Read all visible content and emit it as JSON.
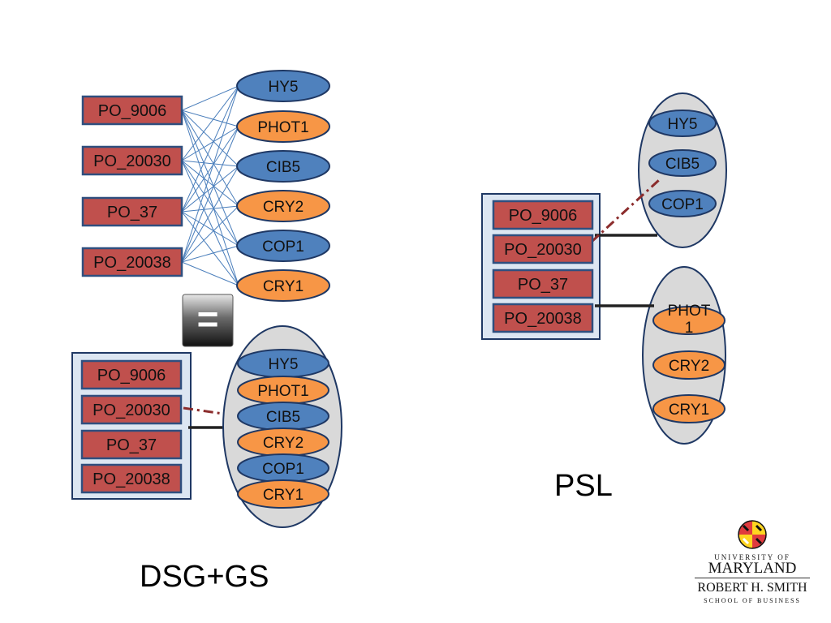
{
  "colors": {
    "po_fill": "#c0504d",
    "po_border": "#2f4f7f",
    "blue_gene": "#4f81bd",
    "orange_gene": "#f79646",
    "group_fill": "#d9d9d9",
    "group_border": "#1f3864",
    "panel_fill": "#dce6f2",
    "edge_blue": "#4a7ebb",
    "dashed_edge": "#8b2c2c",
    "solid_edge": "#222222"
  },
  "top_graph": {
    "po_terms": [
      "PO_9006",
      "PO_20030",
      "PO_37",
      "PO_20038"
    ],
    "genes": [
      {
        "label": "HY5",
        "color": "blue"
      },
      {
        "label": "PHOT1",
        "color": "orange"
      },
      {
        "label": "CIB5",
        "color": "blue"
      },
      {
        "label": "CRY2",
        "color": "orange"
      },
      {
        "label": "COP1",
        "color": "blue"
      },
      {
        "label": "CRY1",
        "color": "orange"
      }
    ],
    "fully_connected": true
  },
  "equals_symbol": "=",
  "dsg_gs": {
    "po_terms": [
      "PO_9006",
      "PO_20030",
      "PO_37",
      "PO_20038"
    ],
    "genes": [
      {
        "label": "HY5",
        "color": "blue"
      },
      {
        "label": "PHOT1",
        "color": "orange"
      },
      {
        "label": "CIB5",
        "color": "blue"
      },
      {
        "label": "CRY2",
        "color": "orange"
      },
      {
        "label": "COP1",
        "color": "blue"
      },
      {
        "label": "CRY1",
        "color": "orange"
      }
    ],
    "caption": "DSG+GS"
  },
  "psl": {
    "po_terms": [
      "PO_9006",
      "PO_20030",
      "PO_37",
      "PO_20038"
    ],
    "group1_genes": [
      {
        "label": "HY5",
        "color": "blue"
      },
      {
        "label": "CIB5",
        "color": "blue"
      },
      {
        "label": "COP1",
        "color": "blue"
      }
    ],
    "group2_genes": [
      {
        "label": "PHOT1",
        "display_lines": [
          "PHOT",
          "1"
        ],
        "color": "orange"
      },
      {
        "label": "CRY2",
        "color": "orange"
      },
      {
        "label": "CRY1",
        "color": "orange"
      }
    ],
    "caption": "PSL"
  },
  "logo": {
    "line1": "UNIVERSITY OF",
    "line2": "MARYLAND",
    "line3": "ROBERT H. SMITH",
    "line4": "SCHOOL OF BUSINESS"
  }
}
